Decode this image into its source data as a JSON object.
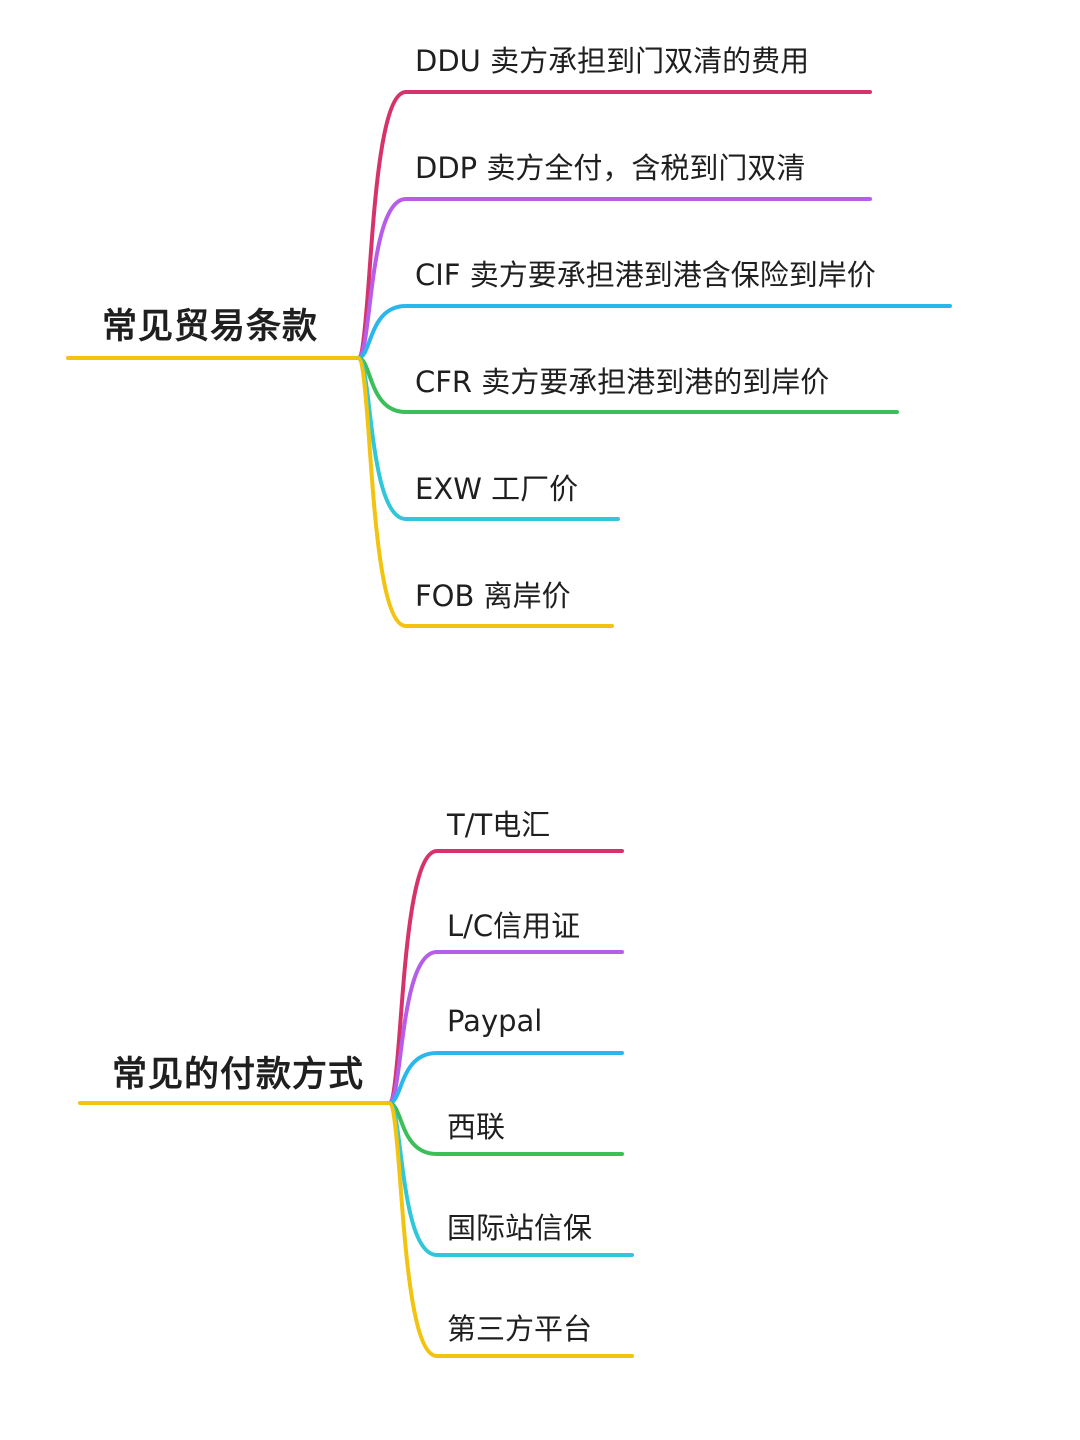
{
  "colors": {
    "crimson": "#d6336c",
    "violet": "#b65ee8",
    "sky": "#2ab8ec",
    "green": "#3cbf5a",
    "teal": "#30c8d8",
    "gold": "#f2c40f"
  },
  "mindmaps": [
    {
      "root": {
        "label": "常见贸易条款",
        "color": "gold"
      },
      "branches": [
        {
          "label": "DDU 卖方承担到门双清的费用",
          "color": "crimson"
        },
        {
          "label": "DDP 卖方全付，含税到门双清",
          "color": "violet"
        },
        {
          "label": "CIF 卖方要承担港到港含保险到岸价",
          "color": "sky"
        },
        {
          "label": "CFR 卖方要承担港到港的到岸价",
          "color": "green"
        },
        {
          "label": "EXW 工厂价",
          "color": "teal"
        },
        {
          "label": "FOB 离岸价",
          "color": "gold"
        }
      ]
    },
    {
      "root": {
        "label": "常见的付款方式",
        "color": "gold"
      },
      "branches": [
        {
          "label": "T/T电汇",
          "color": "crimson"
        },
        {
          "label": "L/C信用证",
          "color": "violet"
        },
        {
          "label": "Paypal",
          "color": "sky"
        },
        {
          "label": "西联",
          "color": "green"
        },
        {
          "label": "国际站信保",
          "color": "teal"
        },
        {
          "label": "第三方平台",
          "color": "gold"
        }
      ]
    }
  ]
}
